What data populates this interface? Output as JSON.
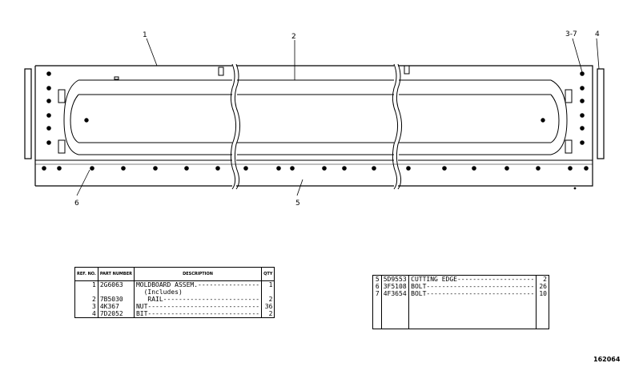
{
  "callouts": {
    "c1": "1",
    "c2": "2",
    "c3": "3-7",
    "c4": "4",
    "c5": "5",
    "c6": "6"
  },
  "parts_table_left": {
    "headers": {
      "ref": "REF. NO.",
      "part": "PART NUMBER",
      "desc": "DESCRIPTION",
      "qty": "QTY"
    },
    "rows": [
      {
        "ref": "1",
        "part": "2G6063",
        "desc": "MOLDBOARD ASSEM.----------------",
        "qty": "1"
      },
      {
        "ref": "",
        "part": "",
        "desc": "  (Includes)",
        "qty": ""
      },
      {
        "ref": "2",
        "part": "7B5030",
        "desc": "   RAIL-------------------------",
        "qty": "2"
      },
      {
        "ref": "3",
        "part": "4K367",
        "desc": "NUT-----------------------------",
        "qty": "36"
      },
      {
        "ref": "4",
        "part": "7D2052",
        "desc": "BIT-----------------------------",
        "qty": "2"
      }
    ]
  },
  "parts_table_right": {
    "rows": [
      {
        "ref": "5",
        "part": "5D9553",
        "desc": "CUTTING EDGE--------------------",
        "qty": "2"
      },
      {
        "ref": "6",
        "part": "3F5108",
        "desc": "BOLT----------------------------",
        "qty": "26"
      },
      {
        "ref": "7",
        "part": "4F3654",
        "desc": "BOLT----------------------------",
        "qty": "10"
      }
    ]
  },
  "figure_number": "162064"
}
